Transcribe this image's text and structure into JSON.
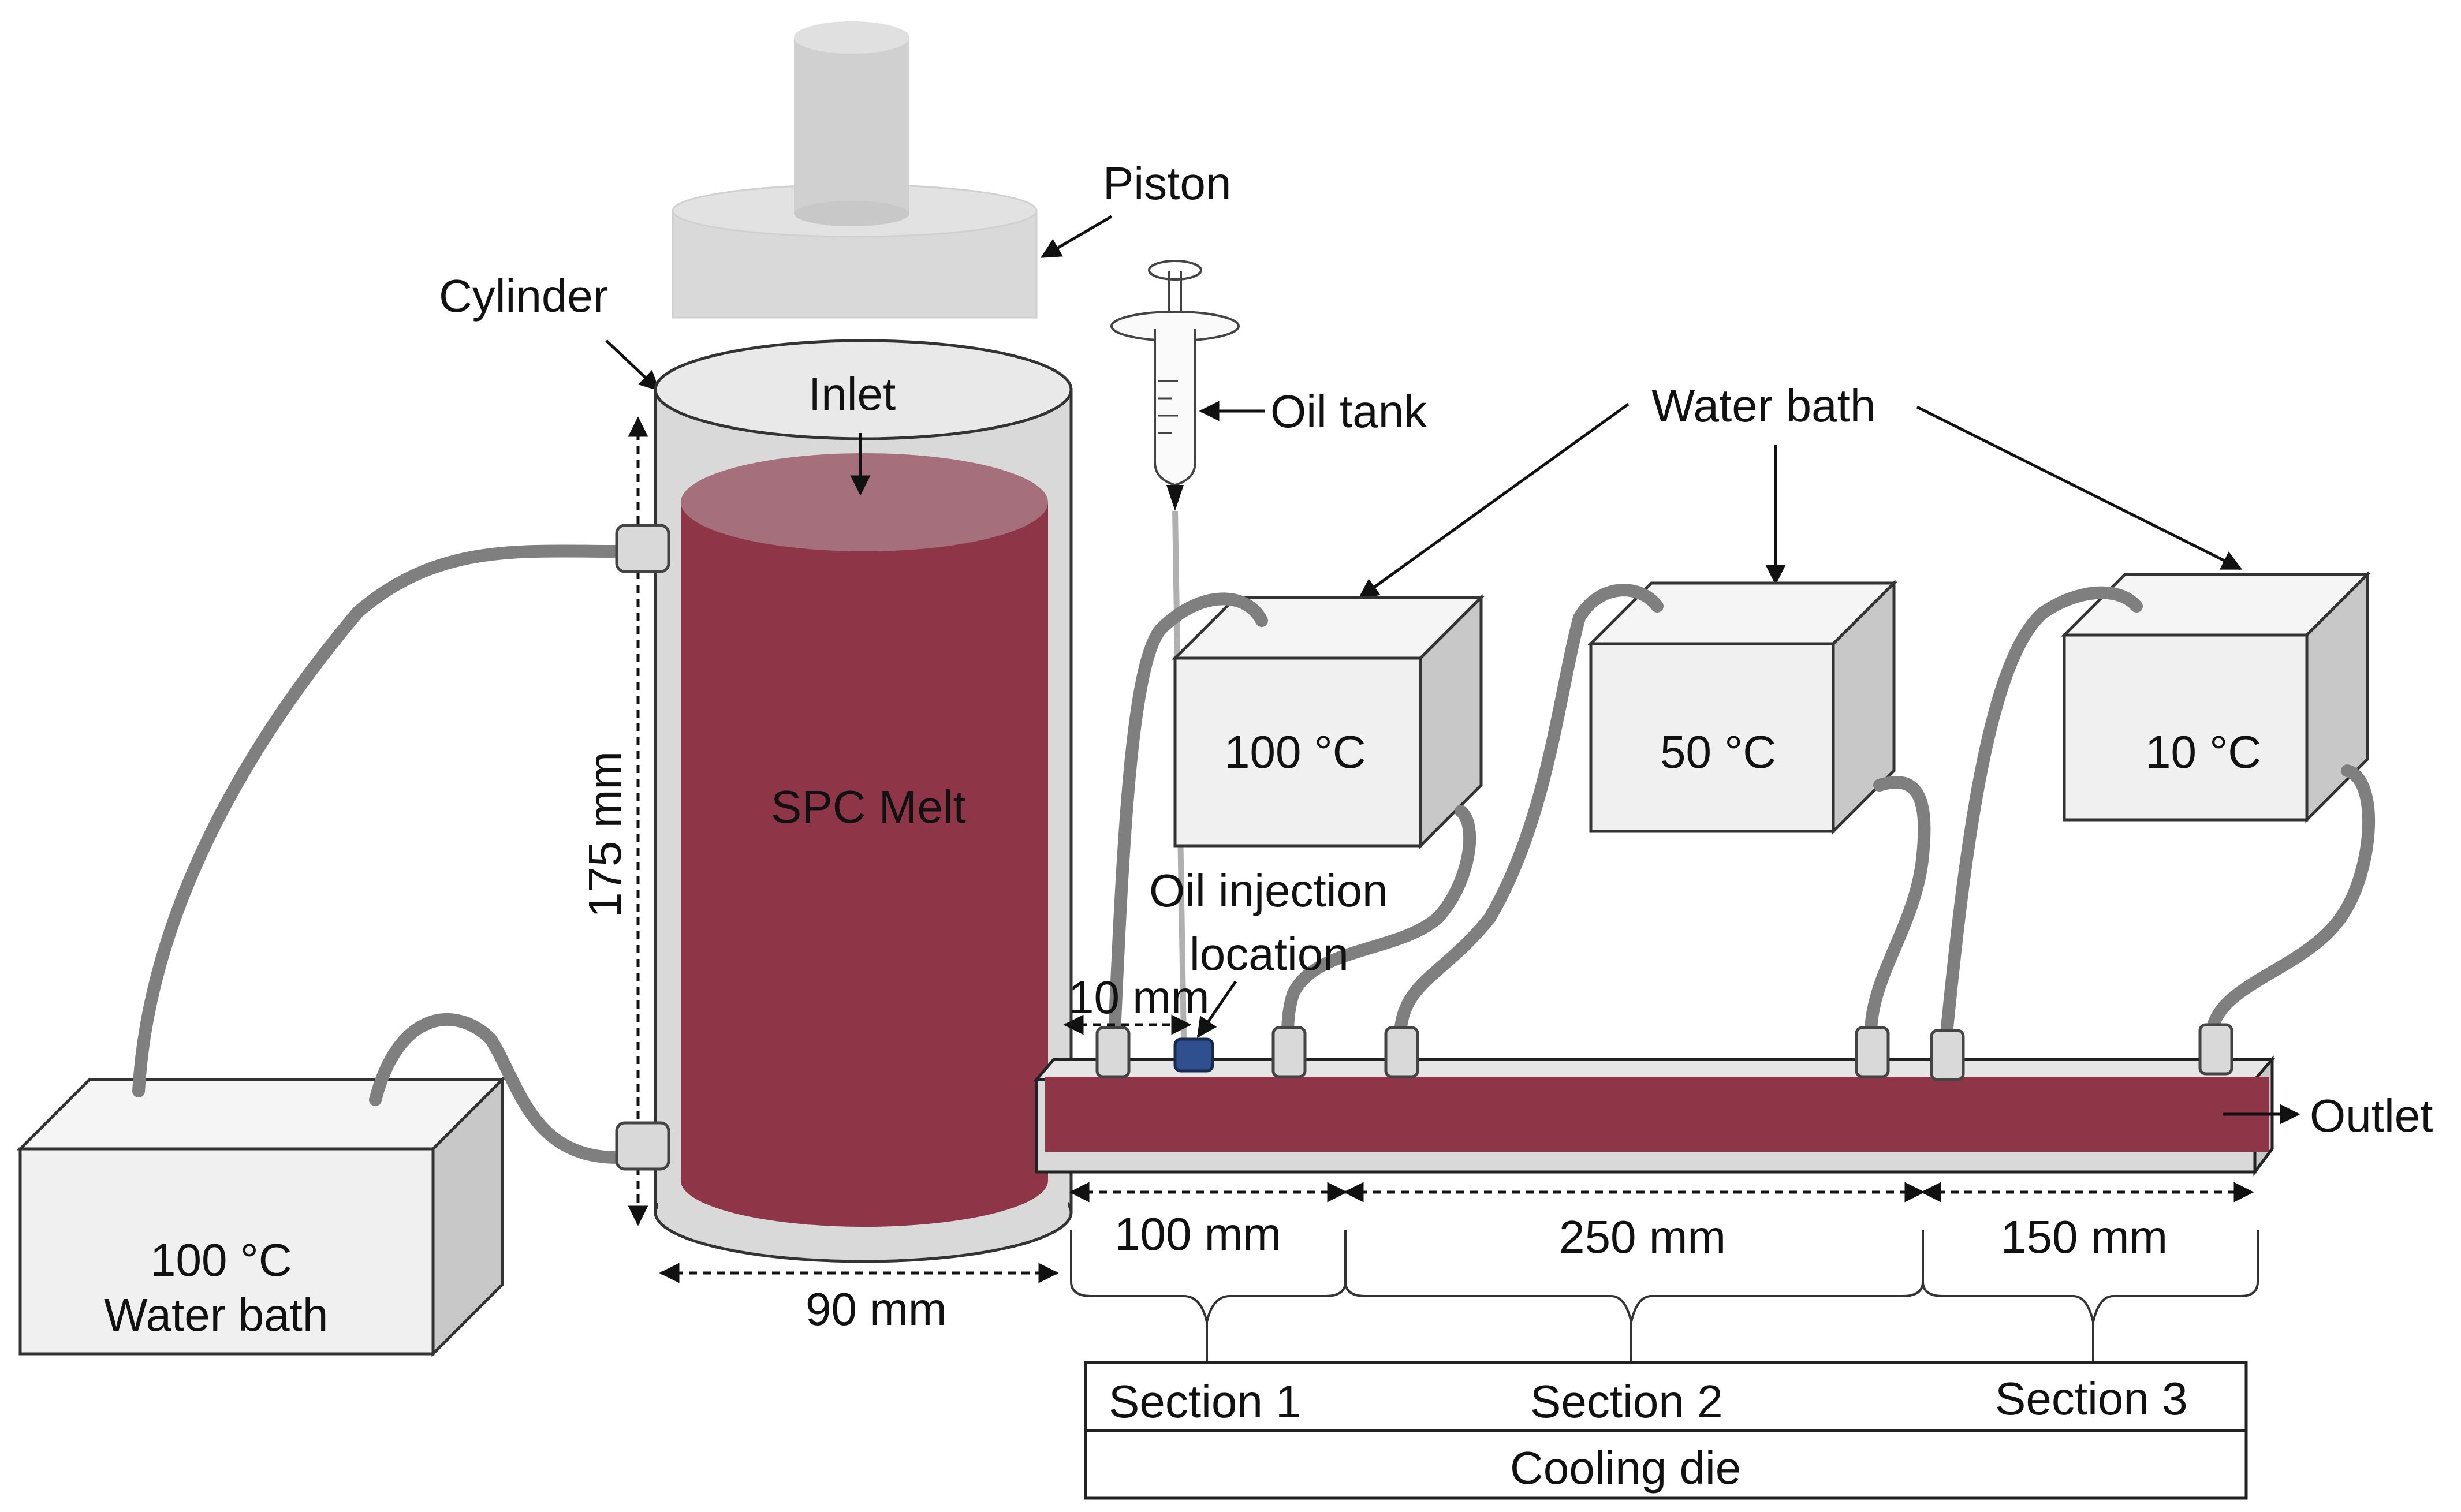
{
  "labels": {
    "piston": "Piston",
    "cylinder": "Cylinder",
    "inlet": "Inlet",
    "melt": "SPC Melt",
    "oil_tank": "Oil tank",
    "water_bath": "Water bath",
    "oil_injection_line1": "Oil injection",
    "oil_injection_line2": "location",
    "outlet": "Outlet"
  },
  "dimensions": {
    "height": "175 mm",
    "diameter": "90 mm",
    "injection_offset": "10 mm",
    "section1_length": "100 mm",
    "section2_length": "250 mm",
    "section3_length": "150 mm"
  },
  "baths": {
    "main_temp": "100 °C",
    "main_label": "Water bath",
    "bath1": "100 °C",
    "bath2": "50 °C",
    "bath3": "10 °C"
  },
  "sections": {
    "s1": "Section 1",
    "s2": "Section 2",
    "s3": "Section 3",
    "die": "Cooling die"
  },
  "colors": {
    "melt": "#8e3648",
    "melt_top": "#a66f7c",
    "housing": "#d9d9d9",
    "box": "#eeeeee",
    "tube": "#7f7f7f",
    "injection": "#2f4f8f"
  }
}
